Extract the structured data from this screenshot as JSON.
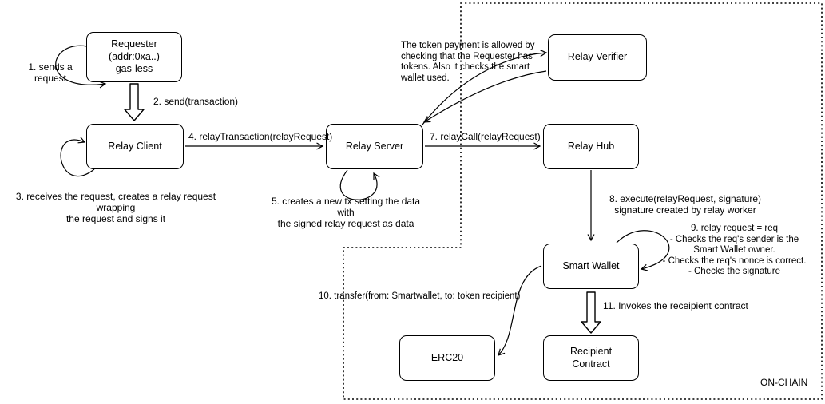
{
  "diagram": {
    "title": "Relay transaction flow",
    "colors": {
      "stroke": "#000000",
      "background": "#ffffff"
    },
    "nodes": {
      "requester": {
        "label": "Requester\n(addr:0xa..)\ngas-less"
      },
      "relay_client": {
        "label": "Relay Client"
      },
      "relay_server": {
        "label": "Relay Server"
      },
      "relay_verifier": {
        "label": "Relay Verifier"
      },
      "relay_hub": {
        "label": "Relay Hub"
      },
      "smart_wallet": {
        "label": "Smart Wallet"
      },
      "erc20": {
        "label": "ERC20"
      },
      "recipient_contract": {
        "label": "Recipient\nContract"
      }
    },
    "labels": {
      "step1": "1. sends a\nrequest",
      "step2": "2. send(transaction)",
      "step3": "3. receives the request, creates a relay request wrapping\nthe request and signs it",
      "step4": "4. relayTransaction(relayRequest)",
      "step5": "5. creates a new tx setting the data with\nthe signed relay request as data",
      "token_note": "The token payment is allowed by\nchecking that the Requester has\ntokens. Also it checks the smart\nwallet used.",
      "step7": "7. relayCall(relayRequest)",
      "step8": "8. execute(relayRequest, signature)\nsignature created by relay worker",
      "step9": "9. relay request = req\n- Checks the req's sender is the\nSmart Wallet owner.\n- Checks the req's nonce is correct.\n- Checks the signature",
      "step10": "10. transfer(from: Smartwallet, to: token recipient)",
      "step11": "11. Invokes the receipient contract",
      "onchain": "ON-CHAIN"
    }
  }
}
